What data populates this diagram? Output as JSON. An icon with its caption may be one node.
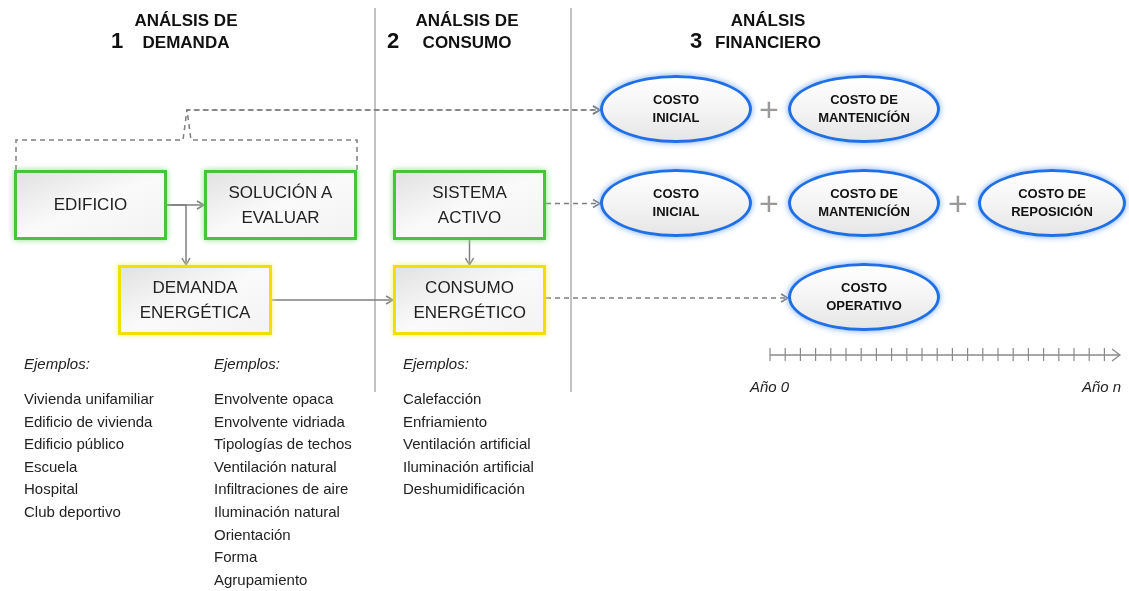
{
  "diagram": {
    "nodes": [
      {
        "text": [
          "EDIFICIO"
        ]
      },
      {
        "text": [
          "SOLUCIÓN A EVALUAR"
        ]
      },
      {
        "text": [
          "SISTEMA ACTIVO"
        ]
      },
      {
        "text": [
          "DEMANDA ENERGÉTICA"
        ]
      },
      {
        "text": [
          "CONSUMO ENERGÉTICO"
        ]
      },
      {
        "text": [
          "COSTO INICIAL"
        ]
      },
      {
        "text": [
          "COSTO DE MANTENICÍÓN"
        ]
      },
      {
        "text": [
          "COSTO INICIAL"
        ]
      },
      {
        "text": [
          "COSTO DE MANTENICÍÓN"
        ]
      },
      {
        "text": [
          "COSTO DE REPOSICIÓN"
        ]
      },
      {
        "text": [
          "COSTO OPERATIVO"
        ]
      }
    ],
    "edges": [
      {
        "from": 0,
        "to": 1,
        "arrow": "to"
      },
      {
        "from": 0,
        "to": 3,
        "arrow": "to"
      },
      {
        "from": 0,
        "to": 5,
        "arrow": "to",
        "style": "dashed"
      },
      {
        "from": 1,
        "to": 5,
        "arrow": "to",
        "style": "dashed"
      },
      {
        "from": 2,
        "to": 4,
        "arrow": "to"
      },
      {
        "from": 3,
        "to": 4,
        "arrow": "to"
      },
      {
        "from": 2,
        "to": 7,
        "arrow": "to",
        "style": "dashed"
      },
      {
        "from": 4,
        "to": 10,
        "arrow": "to",
        "style": "dashed"
      }
    ],
    "labels": [
      "1",
      "ANÁLSIS DE DEMANDA",
      "2",
      "ANÁLSIS DE CONSUMO",
      "3",
      "ANÁLSIS FINANCIERO",
      "+",
      "+",
      "+",
      "Año 0",
      "Año n",
      "Ejemplos:",
      "Vivienda unifamiliar",
      "Edificio de vivienda",
      "Edificio público",
      "Escuela",
      "Hospital",
      "Club deportivo",
      "Ejemplos:",
      "Envolvente opaca",
      "Envolvente vidriada",
      "Tipologías de techos",
      "Ventilación natural",
      "Infiltraciones de aire",
      "Iluminación natural",
      "Orientación",
      "Forma",
      "Agrupamiento",
      "Ejemplos:",
      "Calefacción",
      "Enfriamiento",
      "Ventilación artificial",
      "Iluminación artificial",
      "Deshumidificación"
    ]
  }
}
